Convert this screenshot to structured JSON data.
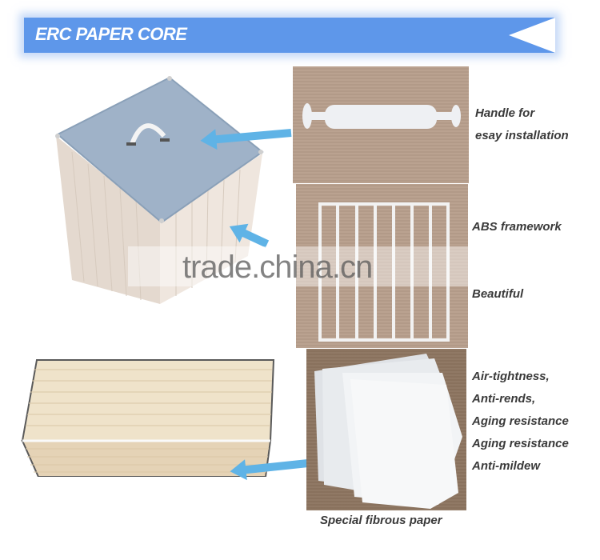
{
  "banner": {
    "title": "ERC PAPER CORE",
    "color": "#5e97ea"
  },
  "features": [
    {
      "lines": [
        "Handle for",
        "esay installation"
      ],
      "image": "handle-photo"
    },
    {
      "lines": [
        "ABS framework",
        "Beautiful"
      ],
      "image": "framework-photo"
    },
    {
      "lines": [
        "Air-tightness,",
        "Anti-rends,",
        "Aging resistance",
        "Aging resistance",
        "Anti-mildew"
      ],
      "image": "paper-photo"
    }
  ],
  "captions": {
    "paper": "Special fibrous paper"
  },
  "watermark": "trade.china.cn",
  "colors": {
    "arrow": "#5fb3e6",
    "label": "#3a3a3a",
    "cardboard": "#b89f8c"
  }
}
